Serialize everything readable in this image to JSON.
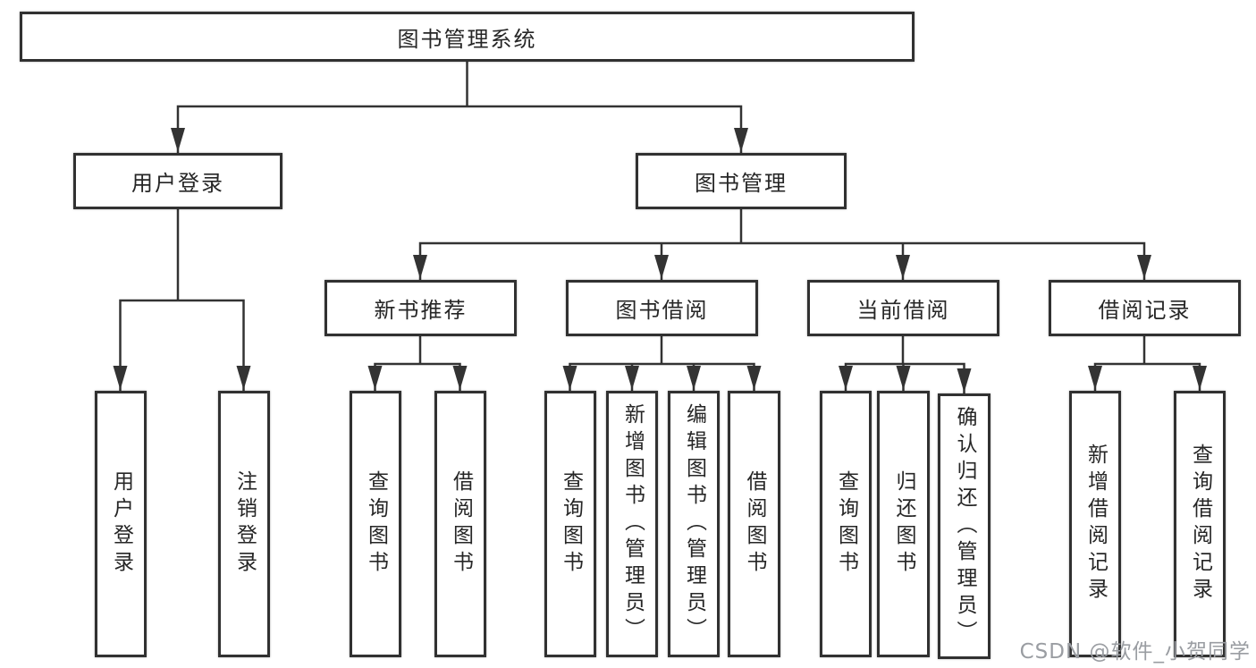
{
  "diagram": {
    "title": "图书管理系统",
    "type": "functional-structure-tree"
  },
  "nodes": {
    "root": {
      "label": "图书管理系统"
    },
    "user_login": {
      "label": "用户登录"
    },
    "book_mgmt": {
      "label": "图书管理"
    },
    "new_book_rec": {
      "label": "新书推荐"
    },
    "book_borrow": {
      "label": "图书借阅"
    },
    "current_borrow": {
      "label": "当前借阅"
    },
    "borrow_record": {
      "label": "借阅记录"
    },
    "leaf_user_login": {
      "label": "用户登录"
    },
    "leaf_logout": {
      "label": "注销登录"
    },
    "leaf_query_book_1": {
      "label": "查询图书"
    },
    "leaf_borrow_book_1": {
      "label": "借阅图书"
    },
    "leaf_query_book_2": {
      "label": "查询图书"
    },
    "leaf_add_book": {
      "label": "新增图书（管理员）"
    },
    "leaf_edit_book": {
      "label": "编辑图书（管理员）"
    },
    "leaf_borrow_book_2": {
      "label": "借阅图书"
    },
    "leaf_query_book_3": {
      "label": "查询图书"
    },
    "leaf_return_book": {
      "label": "归还图书"
    },
    "leaf_confirm_return": {
      "label": "确认归还（管理员）"
    },
    "leaf_add_record": {
      "label": "新增借阅记录"
    },
    "leaf_query_record": {
      "label": "查询借阅记录"
    }
  },
  "hierarchy": {
    "图书管理系统": {
      "用户登录": [
        "用户登录",
        "注销登录"
      ],
      "图书管理": {
        "新书推荐": [
          "查询图书",
          "借阅图书"
        ],
        "图书借阅": [
          "查询图书",
          "新增图书（管理员）",
          "编辑图书（管理员）",
          "借阅图书"
        ],
        "当前借阅": [
          "查询图书",
          "归还图书",
          "确认归还（管理员）"
        ],
        "借阅记录": [
          "新增借阅记录",
          "查询借阅记录"
        ]
      }
    }
  },
  "watermark": {
    "text": "CSDN @软件_小贺同学"
  },
  "colors": {
    "line": "#333333",
    "box_border": "#313131",
    "text": "#262626",
    "watermark": "#9a9da2",
    "background": "#ffffff"
  }
}
